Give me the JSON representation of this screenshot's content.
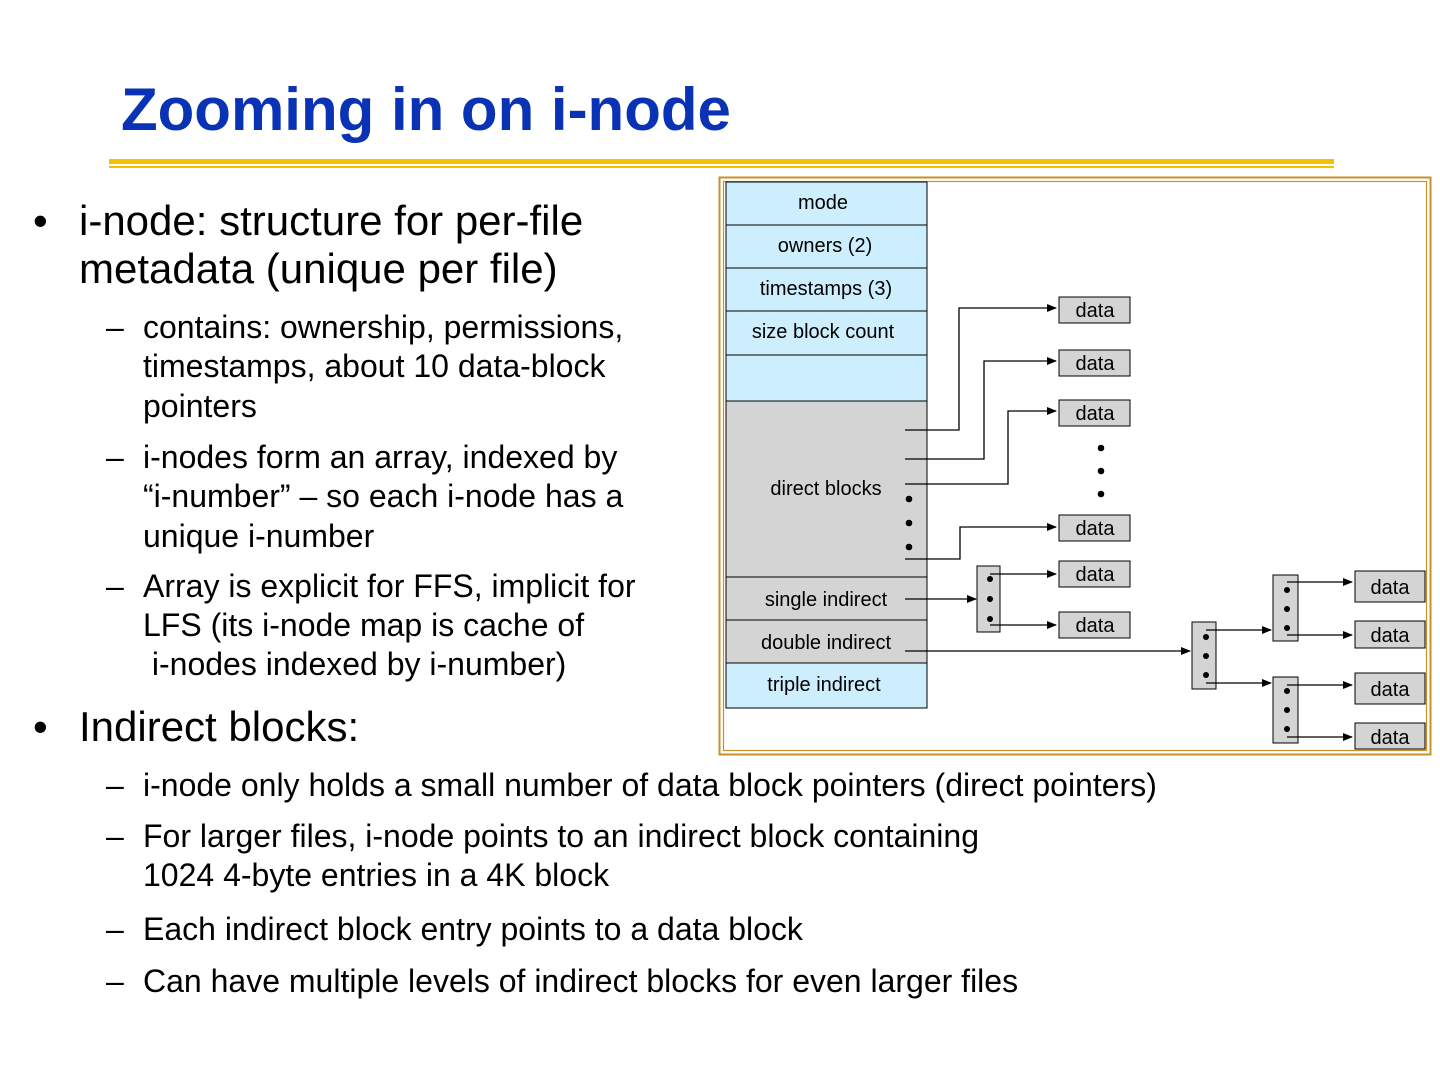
{
  "slide": {
    "title": "Zooming in on i-node",
    "bullets": [
      {
        "lines": [
          "i-node: structure for per-file",
          "metadata (unique per file)"
        ],
        "subs": [
          {
            "lines": [
              "contains: ownership, permissions,",
              "timestamps, about 10 data-block",
              "pointers"
            ]
          },
          {
            "lines": [
              "i-nodes form an array, indexed by",
              "“i-number” – so each i-node has a",
              "unique i-number"
            ]
          },
          {
            "lines": [
              "Array is explicit for FFS, implicit for",
              "LFS (its i-node map is cache of",
              " i-nodes indexed by i-number)"
            ]
          }
        ]
      },
      {
        "lines": [
          "Indirect blocks:"
        ],
        "subs": [
          {
            "lines": [
              "i-node only holds a small number of data block pointers (direct pointers)"
            ]
          },
          {
            "lines": [
              "For larger files, i-node points to an indirect block containing",
              "1024 4-byte entries in a 4K block"
            ]
          },
          {
            "lines": [
              "Each indirect block entry points to a data block"
            ]
          },
          {
            "lines": [
              "Can have multiple levels of indirect blocks for even larger files"
            ]
          }
        ]
      }
    ]
  },
  "diagram": {
    "inode_fields": [
      "mode",
      "owners (2)",
      "timestamps (3)",
      "size block count",
      "",
      "direct blocks",
      "single indirect",
      "double indirect",
      "triple indirect"
    ],
    "data_label": "data",
    "colors": {
      "title": "#0a32b4",
      "rule": "#f2c200",
      "frame": "#c8902a",
      "metadata_fill": "#cdeefc",
      "pointer_fill": "#d4d4d4",
      "data_fill": "#d4d4d4"
    }
  }
}
